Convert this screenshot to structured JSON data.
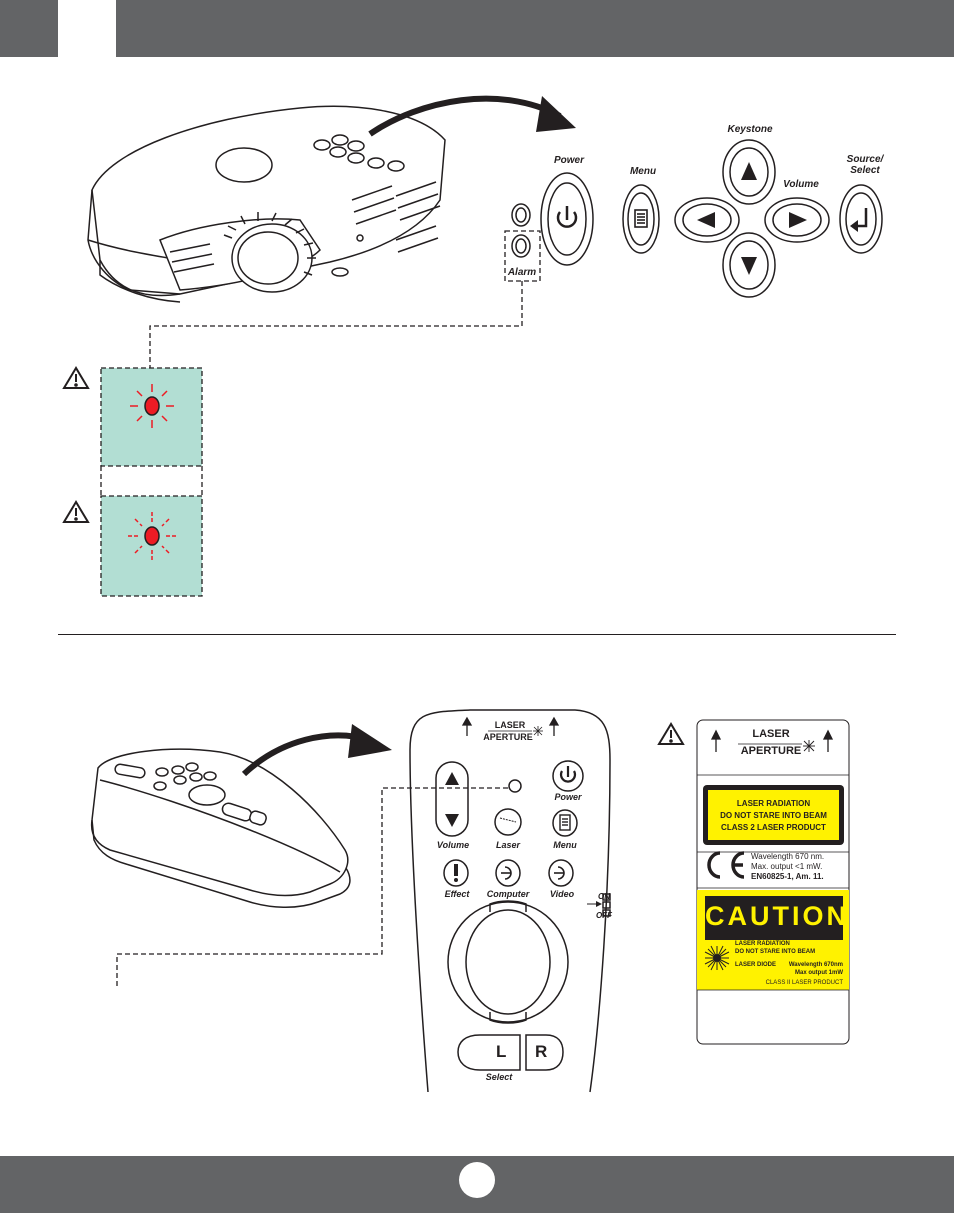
{
  "panel": {
    "power": "Power",
    "menu": "Menu",
    "keystone": "Keystone",
    "volume": "Volume",
    "source_select": "Source/\nSelect",
    "alarm": "Alarm"
  },
  "remote": {
    "laser_aperture_top": "LASER",
    "laser_aperture_bottom": "APERTURE",
    "power": "Power",
    "volume": "Volume",
    "laser": "Laser",
    "menu": "Menu",
    "effect": "Effect",
    "computer": "Computer",
    "video": "Video",
    "on": "ON",
    "off": "OFF",
    "l": "L",
    "r": "R",
    "select": "Select"
  },
  "label": {
    "aperture_top": "LASER",
    "aperture_bottom": "APERTURE",
    "warn_line1": "LASER RADIATION",
    "warn_line2": "DO NOT STARE INTO BEAM",
    "warn_line3": "CLASS 2 LASER PRODUCT",
    "ce_line1": "Wavelength 670 nm.",
    "ce_line2": "Max. output <1 mW.",
    "ce_line3": "EN60825-1, Am. 11.",
    "caution": "CAUTION",
    "caution_line1": "LASER RADIATION",
    "caution_line2": "DO NOT STARE INTO BEAM",
    "caution_diode": "LASER DIODE",
    "caution_wave": "Wavelength 670nm",
    "caution_max": "Max output 1mW",
    "caution_class": "CLASS II LASER PRODUCT"
  },
  "icons": {
    "warning": "warning-triangle-icon",
    "led": "red-led-icon"
  },
  "colors": {
    "bar": "#636466",
    "led_box": "#b2ded3",
    "led_red": "#ed1c24",
    "label_yellow": "#fff200"
  }
}
